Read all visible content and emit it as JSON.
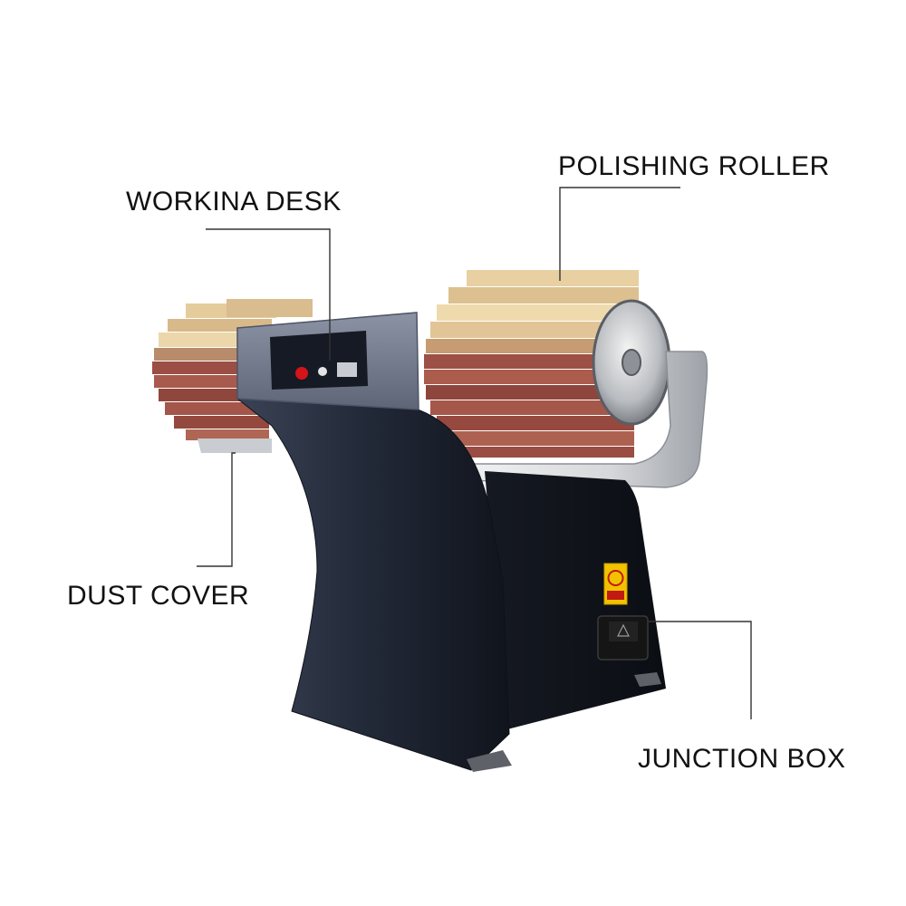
{
  "labels": {
    "polishing_roller": "POLISHING ROLLER",
    "working_desk": "WORKINA DESK",
    "dust_cover": "DUST COVER",
    "junction_box": "JUNCTION BOX"
  },
  "colors": {
    "background": "#ffffff",
    "text": "#111111",
    "leader_line": "#333333",
    "machine_body": "#1c2230",
    "sandpaper_red": "#9a4a3e",
    "sandpaper_tan": "#e2c79a",
    "cover_silver": "#d9dbdd",
    "warning_yellow": "#f2c200"
  }
}
